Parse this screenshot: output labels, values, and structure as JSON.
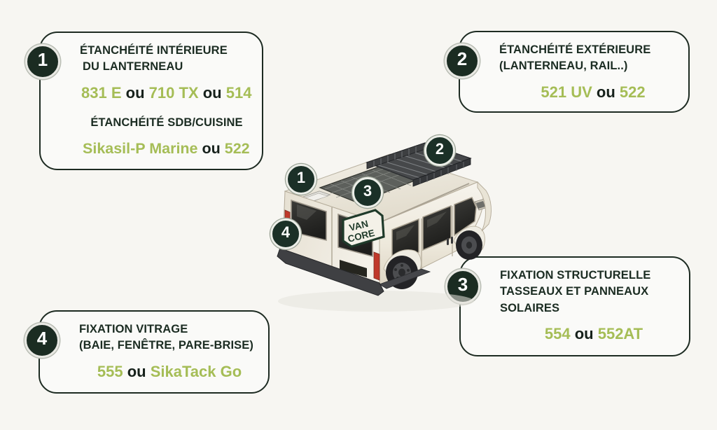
{
  "background_color": "#f7f6f2",
  "accent_green": "#a5bd56",
  "dark_green": "#1b2c22",
  "cards": [
    {
      "number": "1",
      "heading_1": "ÉTANCHÉITÉ INTÉRIEURE",
      "heading_2": "DU LANTERNEAU",
      "products_1": {
        "a": "831 E",
        "conj1": "ou",
        "b": "710 TX",
        "conj2": "ou",
        "c": "514"
      },
      "heading_3": "ÉTANCHÉITÉ SDB/CUISINE",
      "products_2": {
        "a": "Sikasil-P Marine",
        "conj1": "ou",
        "b": "522"
      }
    },
    {
      "number": "2",
      "heading_1": "ÉTANCHÉITÉ EXTÉRIEURE",
      "heading_2": "(LANTERNEAU, RAIL..)",
      "products_1": {
        "a": "521 UV",
        "conj1": "ou",
        "b": "522"
      }
    },
    {
      "number": "3",
      "heading_1": "FIXATION STRUCTURELLE",
      "heading_2": "TASSEAUX ET PANNEAUX",
      "heading_3": "SOLAIRES",
      "products_1": {
        "a": "554",
        "conj1": "ou",
        "b": "552AT"
      }
    },
    {
      "number": "4",
      "heading_1": "FIXATION VITRAGE",
      "heading_2": "(BAIE, FENÊTRE, PARE-BRISE)",
      "products_1": {
        "a": "555",
        "conj1": "ou",
        "b": "SikaTack Go"
      }
    }
  ],
  "van": {
    "logo_line_1": "VAN",
    "logo_line_2": "CORE",
    "callouts": [
      {
        "number": "1",
        "target": "roof-vent-lanterneau"
      },
      {
        "number": "2",
        "target": "roof-rail-exterior"
      },
      {
        "number": "3",
        "target": "solar-panel-mount"
      },
      {
        "number": "4",
        "target": "rear-window-glazing"
      }
    ]
  }
}
